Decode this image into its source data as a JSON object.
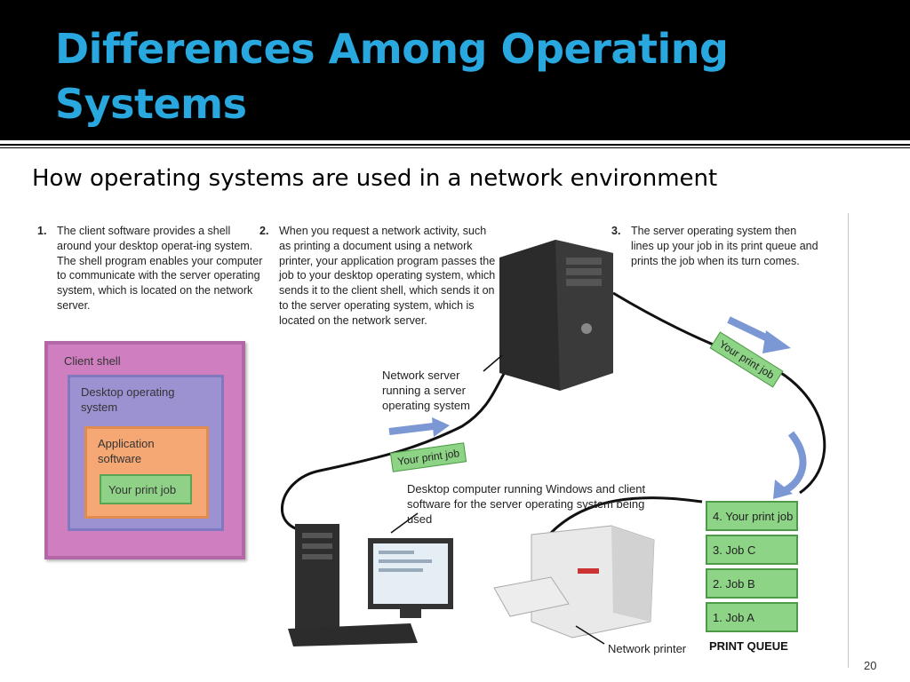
{
  "slide": {
    "title": "Differences Among Operating Systems",
    "subtitle": "How operating systems are used in a network environment",
    "page_number": "20"
  },
  "figure": {
    "steps": [
      {
        "num": "1.",
        "text": "The client software provides a shell around your desktop operat-ing system. The shell program enables your computer to communicate with the server operating system, which is located on the network server."
      },
      {
        "num": "2.",
        "text": "When you request a network activity, such as printing a document using a network printer, your application program passes the job to your desktop operating system, which sends it to the client shell, which sends it on to the server operating system, which is located on the network server."
      },
      {
        "num": "3.",
        "text": "The server operating system then lines up your job in its print queue and prints the job when its turn comes."
      }
    ],
    "nested_boxes": {
      "client_shell": "Client shell",
      "desktop_os": "Desktop operating system",
      "application": "Application software",
      "print_job": "Your print job"
    },
    "labels": {
      "server": "Network server running a server operating system",
      "desktop": "Desktop computer running Windows and client software for the server operating system being used",
      "printer": "Network printer"
    },
    "moving_jobs": [
      "Your print job",
      "Your print job"
    ],
    "print_queue": {
      "title": "PRINT QUEUE",
      "items": [
        "4. Your print job",
        "3. Job C",
        "2. Job B",
        "1. Job A"
      ]
    },
    "colors": {
      "title": "#29a8e0",
      "client_shell": "#cf7fbf",
      "desktop_os": "#9c92d2",
      "application": "#f6a874",
      "print_job": "#8ed486",
      "arrow": "#7b97d4"
    }
  }
}
